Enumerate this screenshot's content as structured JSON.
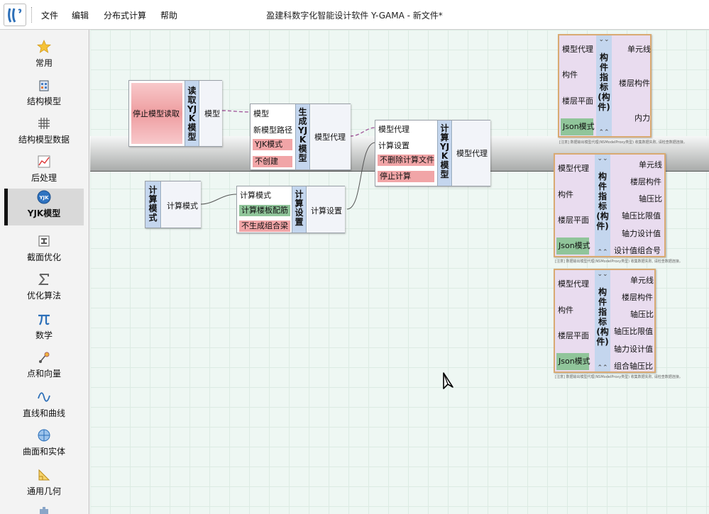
{
  "app": {
    "title": "盈建科数字化智能设计软件 Y-GAMA - 新文件*",
    "menu": [
      "文件",
      "编辑",
      "分布式计算",
      "帮助"
    ]
  },
  "sidebar": {
    "items": [
      {
        "label": "常用",
        "icon": "star-icon"
      },
      {
        "label": "结构模型",
        "icon": "building-icon"
      },
      {
        "label": "结构模型数据",
        "icon": "grid-icon"
      },
      {
        "label": "后处理",
        "icon": "chart-icon"
      },
      {
        "label": "YJK模型",
        "icon": "yjk-icon"
      },
      {
        "label": "截面优化",
        "icon": "section-icon"
      },
      {
        "label": "优化算法",
        "icon": "sigma-icon"
      },
      {
        "label": "数学",
        "icon": "pi-icon"
      },
      {
        "label": "点和向量",
        "icon": "point-vector-icon"
      },
      {
        "label": "直线和曲线",
        "icon": "curve-icon"
      },
      {
        "label": "曲面和实体",
        "icon": "surface-icon"
      },
      {
        "label": "通用几何",
        "icon": "geometry-icon"
      }
    ],
    "active_index": 4
  },
  "nodes": {
    "read_yjk": {
      "title": "读取YJK模型",
      "input": "停止模型读取",
      "output": "模型"
    },
    "gen_yjk": {
      "title": "生成YJK模型",
      "inputs": [
        "模型",
        "新模型路径",
        "YJK模式",
        "不创建"
      ],
      "output": "模型代理"
    },
    "calc_yjk": {
      "title": "计算YJK模型",
      "inputs": [
        "模型代理",
        "计算设置",
        "不删除计算文件",
        "停止计算"
      ],
      "output": "模型代理"
    },
    "calc_mode": {
      "title": "计算模式",
      "output": "计算模式"
    },
    "calc_setting": {
      "title": "计算设置",
      "inputs": [
        "计算模式",
        "计算楼板配筋",
        "不生成组合梁"
      ],
      "output": "计算设置"
    }
  },
  "index_nodes": [
    {
      "title": "构件指标(构件)",
      "inputs": [
        "模型代理",
        "构件",
        "楼层平面",
        "Json模式"
      ],
      "outputs": [
        "单元线",
        "楼层构件",
        "内力"
      ],
      "note": "[注意] 数据输出模型代理(NSModelProxy类型) 收集数据失败, 请检查数据连接。"
    },
    {
      "title": "构件指标(构件)",
      "inputs": [
        "模型代理",
        "构件",
        "楼层平面",
        "Json模式"
      ],
      "outputs": [
        "单元线",
        "楼层构件",
        "轴压比",
        "轴压比限值",
        "轴力设计值",
        "设计值组合号"
      ],
      "note": "[注意] 数据输出模型代理(NSModelProxy类型) 收集数据失败, 请检查数据连接。"
    },
    {
      "title": "构件指标(构件)",
      "inputs": [
        "模型代理",
        "构件",
        "楼层平面",
        "Json模式"
      ],
      "outputs": [
        "单元线",
        "楼层构件",
        "轴压比",
        "轴压比限值",
        "轴力设计值",
        "组合轴压比"
      ],
      "note": "[注意] 数据输出模型代理(NSModelProxy类型) 收集数据失败, 请检查数据连接。"
    }
  ],
  "colors": {
    "accent": "#c4d6ee",
    "red_param": "#f1a5a7",
    "green_param": "#90c59a",
    "index_border": "#d9aa72"
  }
}
